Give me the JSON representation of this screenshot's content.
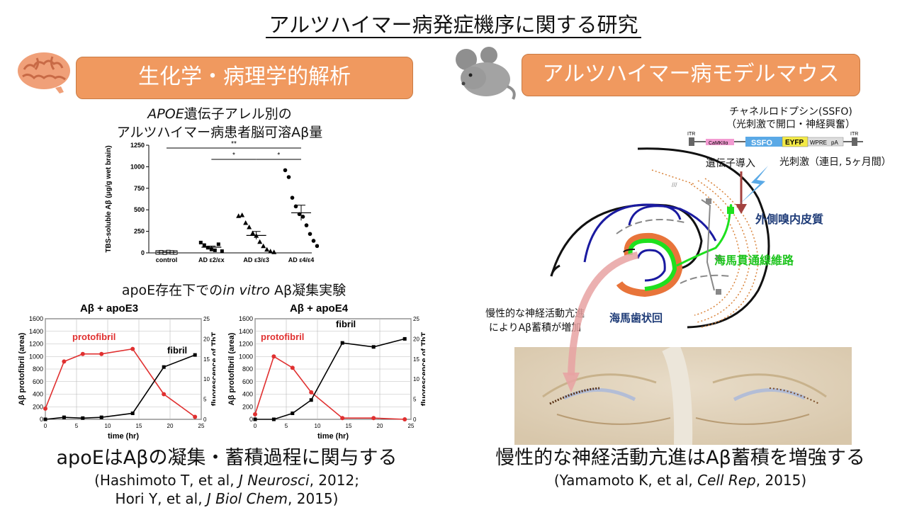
{
  "title": "アルツハイマー病発症機序に関する研究",
  "left": {
    "header": "生化学・病理学的解析",
    "study1": {
      "line1_italic": "APOE",
      "line1_rest": "遺伝子アレル別の",
      "line2": "アルツハイマー病患者脳可溶Aβ量"
    },
    "scatter_chart": {
      "type": "scatter",
      "ylabel": "TBS-soluble Aβ (μg/g wet brain)",
      "ylim": [
        0,
        1250
      ],
      "yticks": [
        0,
        250,
        500,
        750,
        1000,
        1250
      ],
      "categories": [
        "control",
        "AD ε2/εx",
        "AD ε3/ε3",
        "AD ε4/ε4"
      ],
      "significance": [
        "**",
        "*",
        "*"
      ],
      "series": [
        {
          "values": [
            5,
            8,
            3,
            10,
            6,
            4
          ]
        },
        {
          "values": [
            120,
            90,
            60,
            40,
            30,
            100,
            20
          ]
        },
        {
          "values": [
            430,
            440,
            350,
            300,
            230,
            200,
            130,
            80,
            40,
            20,
            10
          ]
        },
        {
          "values": [
            960,
            880,
            640,
            540,
            450,
            420,
            320,
            220,
            140,
            80
          ]
        }
      ]
    },
    "study2": {
      "pre": "apoE存在下での",
      "italic": "in vitro",
      "post": " Aβ凝集実験"
    },
    "chart_e3": {
      "type": "line",
      "title": "Aβ + apoE3",
      "xlabel": "time (hr)",
      "ylabel_left": "Aβ protofibril (area)",
      "ylabel_right": "fluorescence of ThT",
      "xlim": [
        0,
        25
      ],
      "ylim_left": [
        0,
        1600
      ],
      "ylim_right": [
        0,
        25
      ],
      "label_red": "protofibril",
      "label_black": "fibril",
      "x": [
        0,
        3,
        6,
        9,
        14,
        19,
        24
      ],
      "protofibril": [
        170,
        920,
        1040,
        1040,
        1120,
        400,
        40
      ],
      "fibril": [
        0,
        0.5,
        0.3,
        0.5,
        1.5,
        13,
        16
      ]
    },
    "chart_e4": {
      "type": "line",
      "title": "Aβ + apoE4",
      "xlabel": "time (hr)",
      "ylabel_left": "Aβ protofibril (area)",
      "ylabel_right": "fluorescence of ThT",
      "xlim": [
        0,
        25
      ],
      "ylim_left": [
        0,
        1600
      ],
      "ylim_right": [
        0,
        25
      ],
      "label_red": "protofibril",
      "label_black": "fibril",
      "x": [
        0,
        3,
        6,
        9,
        14,
        19,
        24
      ],
      "protofibril": [
        80,
        1000,
        820,
        430,
        20,
        20,
        0
      ],
      "fibril": [
        0,
        0,
        1.5,
        4.8,
        19,
        18,
        20
      ]
    },
    "conclusion": "apoEはAβの凝集・蓄積過程に関与する",
    "refs": [
      {
        "pre": "(Hashimoto T, et al, ",
        "journal": "J Neurosci",
        "post": ", 2012;"
      },
      {
        "pre": "Hori Y, et al, ",
        "journal": "J Biol Chem",
        "post": ", 2015)"
      }
    ]
  },
  "right": {
    "header": "アルツハイマー病モデルマウス",
    "chr_line1": "チャネルロドプシン(SSFO)",
    "chr_line2": "（光刺激で開口・神経興奮）",
    "construct": [
      "ITR",
      "CaMKIIα",
      "SSFO",
      "EYFP",
      "WPRE",
      "pA",
      "ITR"
    ],
    "gene_transfer": "遺伝子導入",
    "light_stim": "光刺激（連日, 5ヶ月間）",
    "label_ec": "外側嗅内皮質",
    "label_pp": "海馬貫通線維路",
    "label_dg": "海馬歯状回",
    "note_line1": "慢性的な神経活動亢進",
    "note_line2": "によりAβ蓄積が増加",
    "conclusion": "慢性的な神経活動亢進はAβ蓄積を増強する",
    "ref": {
      "pre": "(Yamamoto K, et al, ",
      "journal": "Cell Rep",
      "post": ", 2015)"
    },
    "colors": {
      "green": "#1ee01e",
      "blue": "#1a1aa0",
      "orange": "#e8743a",
      "navy": "#1f3c78"
    }
  },
  "icons": [
    "brain-icon",
    "mouse-icon",
    "lightning-icon"
  ]
}
